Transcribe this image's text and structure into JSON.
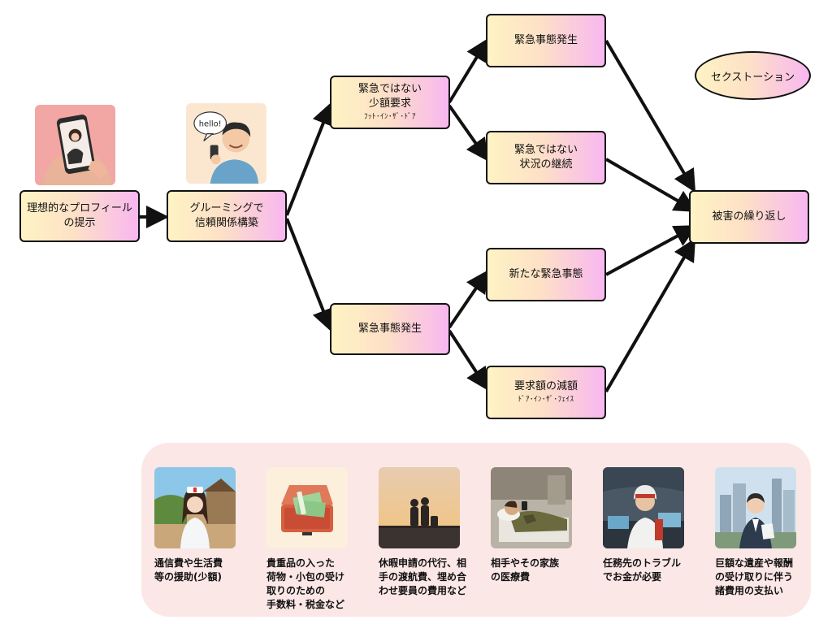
{
  "nodes": {
    "profile": "理想的なプロフィール\nの提示",
    "grooming": "グルーミングで\n信頼関係構築",
    "non_emergency_small": "緊急ではない\n少額要求",
    "non_emergency_small_sub": "ﾌｯﾄ･ｲﾝ･ｻﾞ･ﾄﾞｱ",
    "emergency_lower": "緊急事態発生",
    "emergency_top": "緊急事態発生",
    "non_emergency_continue": "緊急ではない\n状況の継続",
    "new_emergency": "新たな緊急事態",
    "reduced_request": "要求額の減額",
    "reduced_request_sub": "ﾄﾞｱ･ｲﾝ･ｻﾞ･ﾌｪｲｽ",
    "repeat_damage": "被害の繰り返し",
    "sextortion": "セクストーション"
  },
  "speech_bubble": "hello!",
  "cards": [
    {
      "caption": "通信費や生活費\n等の援助(少額)"
    },
    {
      "caption": "貴重品の入った\n荷物・小包の受け\n取りのための\n手数料・税金など"
    },
    {
      "caption": "休暇申請の代行、相\n手の渡航費、埋め合\nわせ要員の費用など"
    },
    {
      "caption": "相手やその家族\nの医療費"
    },
    {
      "caption": "任務先のトラブル\nでお金が必要"
    },
    {
      "caption": "巨額な遺産や報酬\nの受け取りに伴う\n諸費用の支払い"
    }
  ],
  "colors": {
    "node_gradient_start": "#fff3c4",
    "node_gradient_end": "#f8b7f0",
    "panel_bg": "#fbe7e6",
    "edge": "#111111"
  }
}
